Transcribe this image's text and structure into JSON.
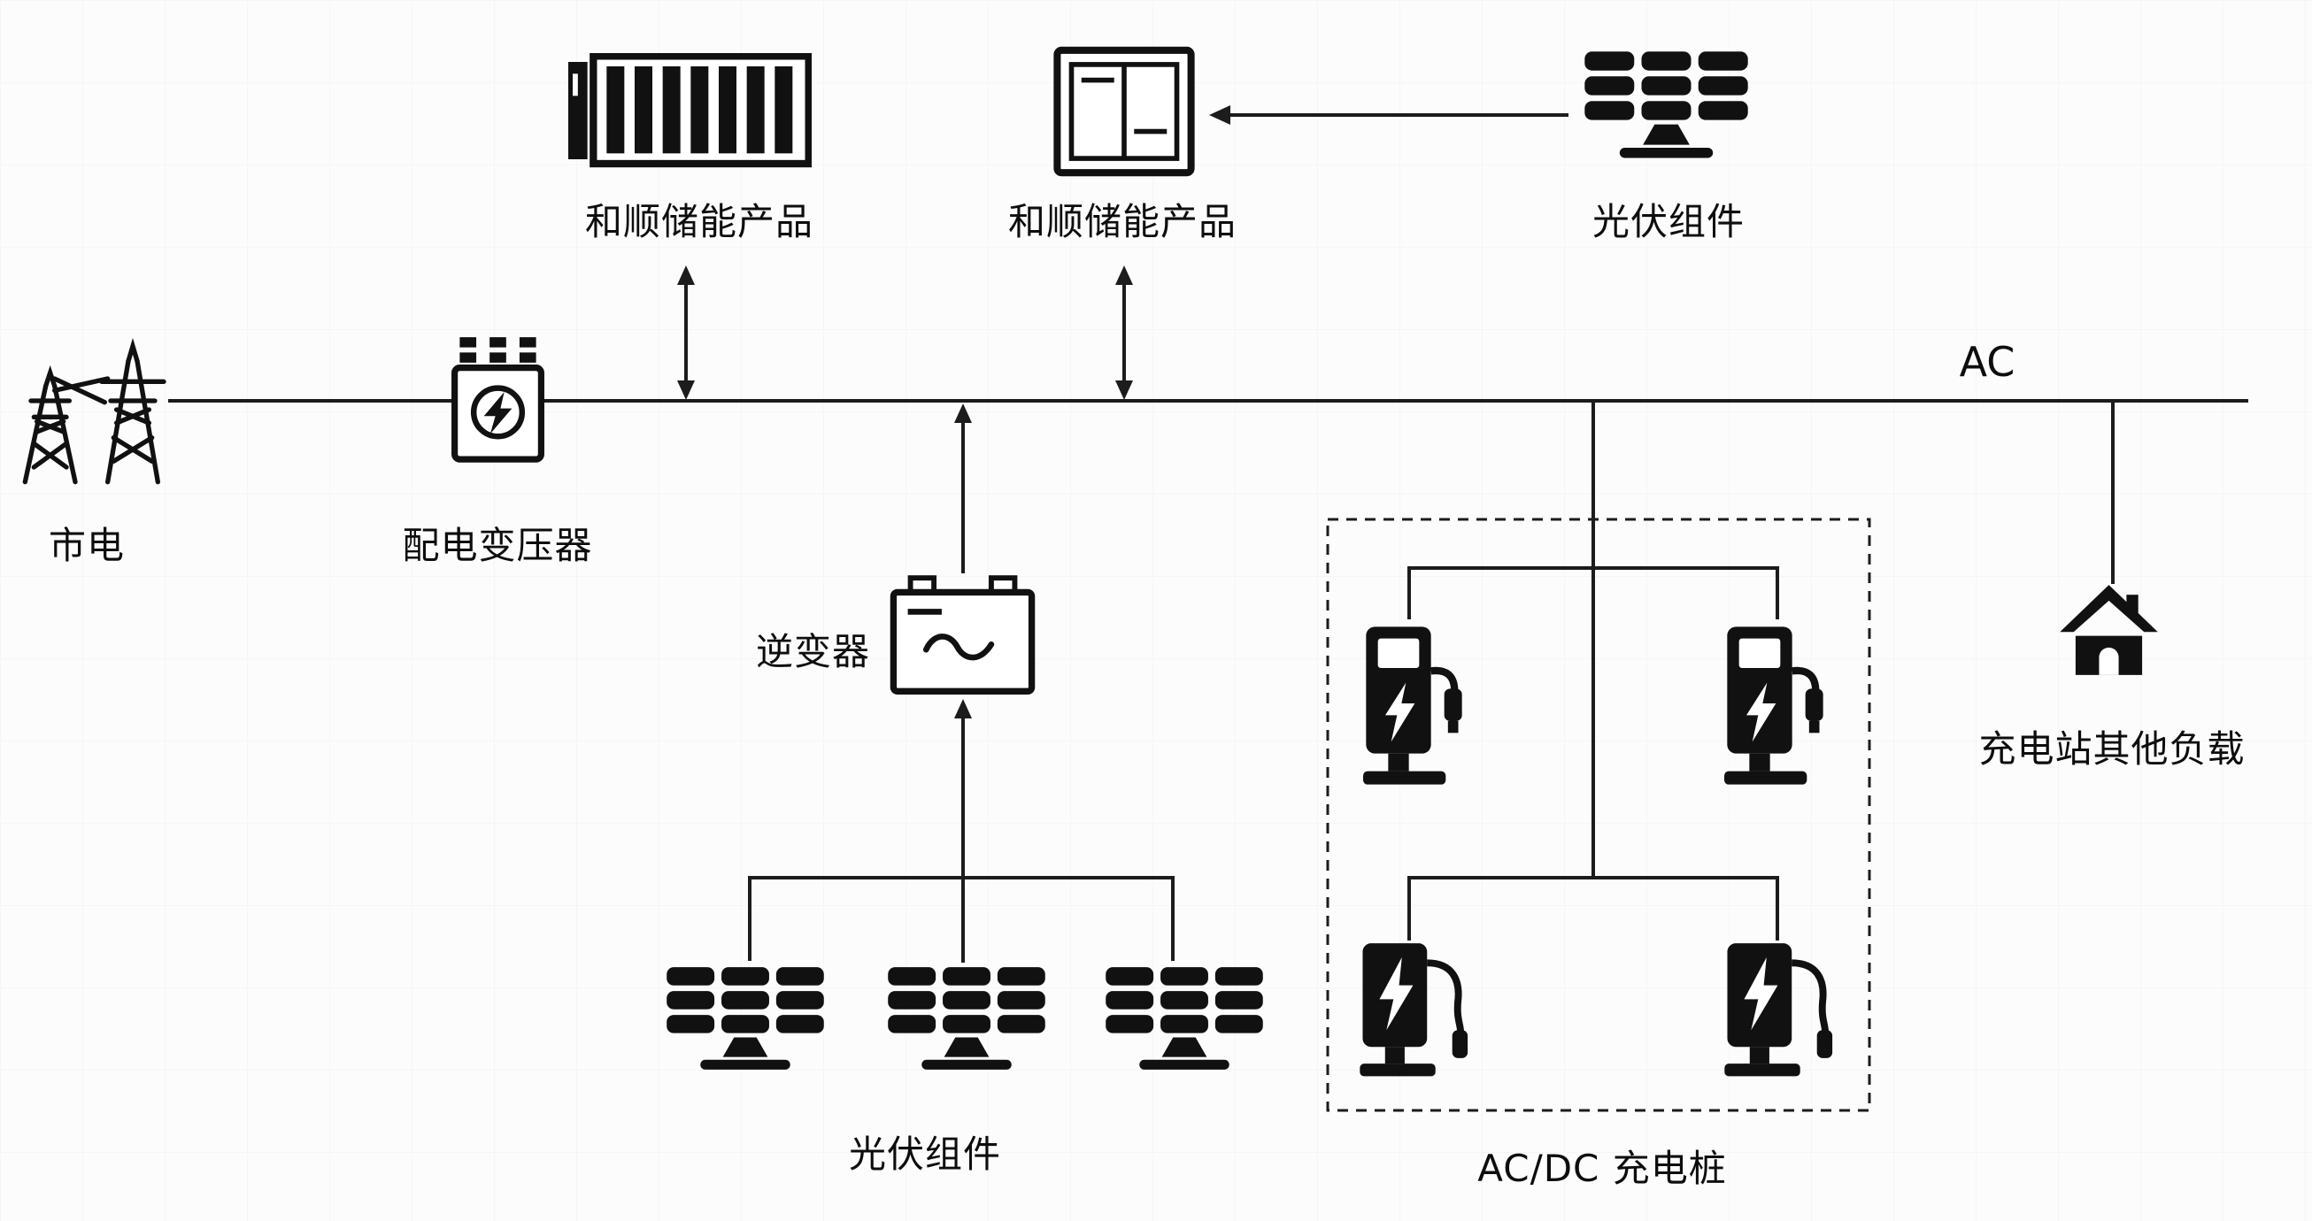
{
  "bus": {
    "label": "AC"
  },
  "nodes": {
    "utility_grid": {
      "label": "市电"
    },
    "distribution_transformer": {
      "label": "配电变压器"
    },
    "storage_rack": {
      "label": "和顺储能产品"
    },
    "storage_cabinet": {
      "label": "和顺储能产品"
    },
    "pv_modules_top": {
      "label": "光伏组件"
    },
    "inverter": {
      "label": "逆变器"
    },
    "pv_modules_bottom": {
      "label": "光伏组件"
    },
    "charging_piles_group": {
      "label": "AC/DC 充电桩"
    },
    "other_loads": {
      "label": "充电站其他负载"
    }
  },
  "icons": {
    "transmission-tower-icon": "utility grid pylons",
    "transformer-icon": "distribution transformer with lightning bolt",
    "battery-container-icon": "energy storage rack container",
    "storage-cabinet-icon": "two-door storage cabinet",
    "solar-panel-icon": "photovoltaic module",
    "inverter-icon": "DC/AC inverter box with tilde",
    "ev-charger-plug-icon": "charging pile with nozzle",
    "ev-charger-cable-icon": "charging pile with cable plug",
    "house-icon": "other loads building"
  },
  "colors": {
    "ink": "#111111",
    "line": "#1c1c1c",
    "background": "#fcfcfd"
  }
}
